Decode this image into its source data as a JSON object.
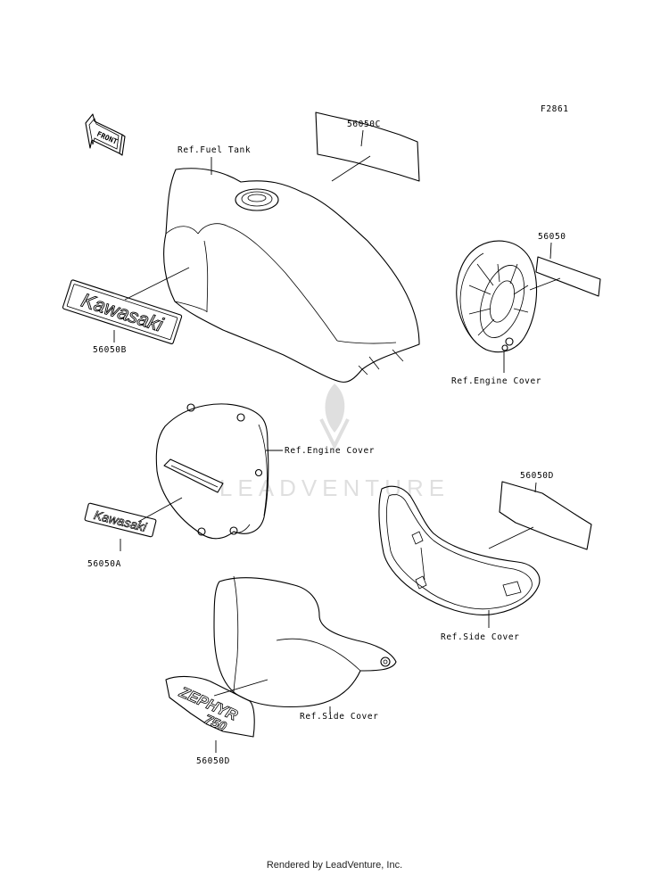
{
  "figure_code": "F2861",
  "direction_label": "FRONT",
  "brand_word": "Kawasaki",
  "zephyr_word": "ZEPHYR",
  "zephyr_number": "750",
  "watermark_text": "LEADVENTURE",
  "labels": {
    "ref_fuel_tank": "Ref.Fuel Tank",
    "part_56050c": "56050C",
    "part_56050": "56050",
    "ref_engine_cover_right": "Ref.Engine Cover",
    "part_56050b": "56050B",
    "ref_engine_cover_left": "Ref.Engine Cover",
    "part_56050d_right": "56050D",
    "part_56050a": "56050A",
    "ref_side_cover_right": "Ref.Side Cover",
    "ref_side_cover_left": "Ref.Side Cover",
    "part_56050d_left": "56050D"
  },
  "footer": "Rendered by LeadVenture, Inc."
}
